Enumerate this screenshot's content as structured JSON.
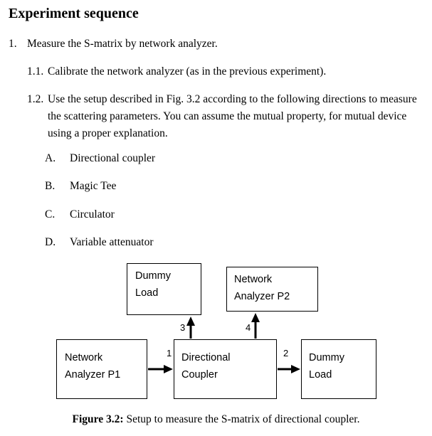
{
  "heading": "Experiment sequence",
  "items": {
    "one": {
      "number": "1.",
      "text": "Measure the S-matrix by network analyzer."
    },
    "one_one": {
      "number": "1.1.",
      "text": "Calibrate the network analyzer (as in the previous experiment)."
    },
    "one_two": {
      "number": "1.2.",
      "text": "Use the setup described in Fig. 3.2 according to the following directions to measure the scattering parameters. You can assume the mutual property, for mutual device using a proper explanation."
    }
  },
  "devices": [
    {
      "letter": "A.",
      "label": "Directional coupler"
    },
    {
      "letter": "B.",
      "label": "Magic Tee"
    },
    {
      "letter": "C.",
      "label": "Circulator"
    },
    {
      "letter": "D.",
      "label": "Variable attenuator"
    }
  ],
  "diagram": {
    "dummy_load_top": {
      "line1": "Dummy",
      "line2": "Load"
    },
    "analyzer_p2": {
      "line1": "Network",
      "line2": "Analyzer P2"
    },
    "analyzer_p1": {
      "line1": "Network",
      "line2": "Analyzer P1"
    },
    "coupler": {
      "line1": "Directional",
      "line2": "Coupler"
    },
    "dummy_load_right": {
      "line1": "Dummy",
      "line2": "Load"
    },
    "ports": {
      "p1": "1",
      "p2": "2",
      "p3": "3",
      "p4": "4"
    }
  },
  "caption": {
    "label": "Figure 3.2:",
    "text": " Setup to measure the S-matrix of directional coupler."
  }
}
